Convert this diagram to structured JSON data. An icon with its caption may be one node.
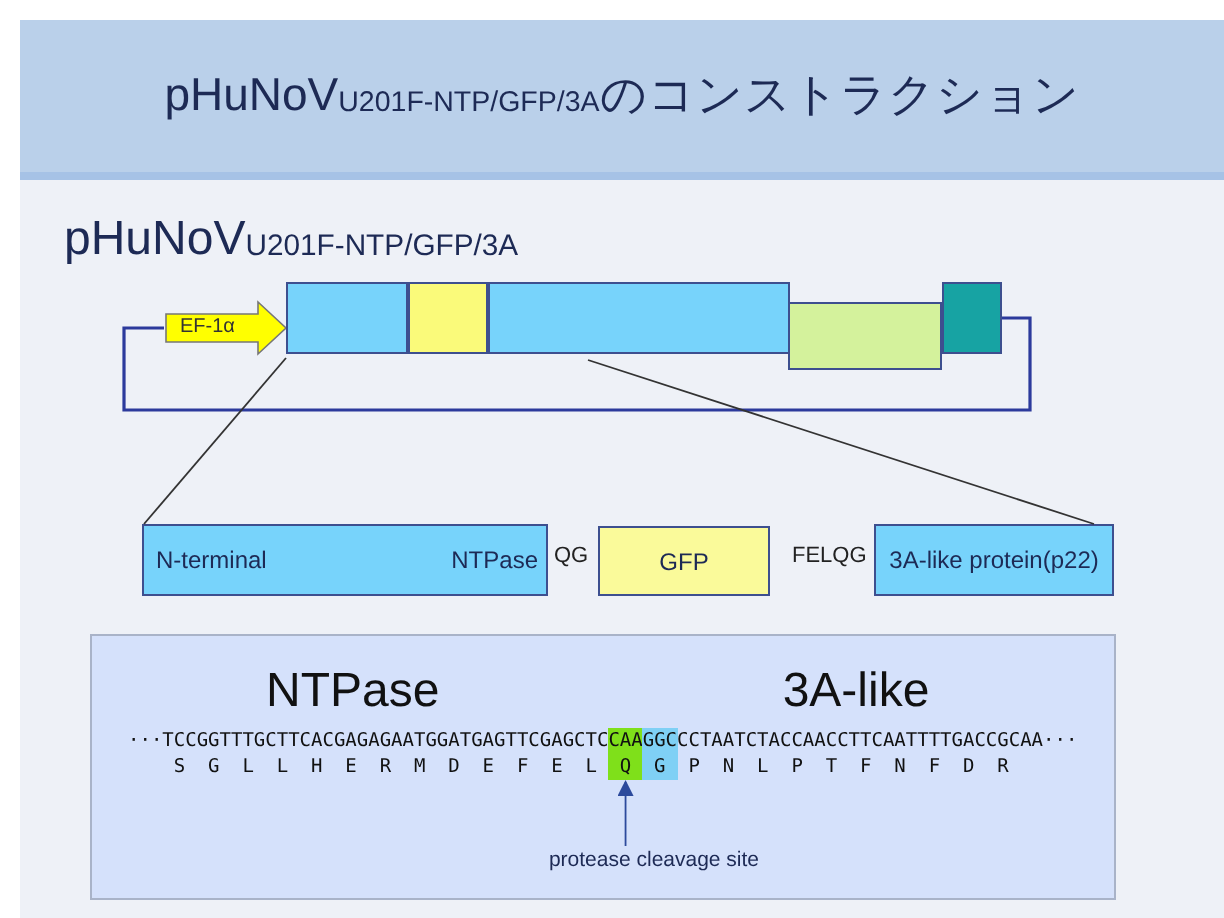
{
  "diagram": {
    "title": "pHuNoV$_{U201F-NTP/GFP/3A}$のコンストラクション",
    "nodes": [
      {
        "text": [
          "EF-1α"
        ]
      },
      {
        "text": [],
        "shape": "box"
      },
      {
        "text": [],
        "shape": "box"
      },
      {
        "text": [],
        "shape": "box"
      },
      {
        "text": [],
        "shape": "box"
      },
      {
        "text": [],
        "shape": "box"
      },
      {
        "text": [
          "N-terminal",
          "NTPase"
        ]
      },
      {
        "text": [
          "GFP"
        ]
      },
      {
        "text": [
          "3A-like protein(p22)"
        ]
      },
      {
        "text": [
          "NTPase",
          "3A-like"
        ]
      },
      {
        "text": [
          "CAA",
          "Q"
        ],
        "in": 9
      },
      {
        "text": [
          "GGC",
          "G"
        ],
        "in": 9
      },
      {
        "text": [
          "protease cleavage site"
        ],
        "in": 9
      }
    ],
    "edges": [
      {
        "from": 5,
        "to": 0,
        "arrow": "none",
        "color": "#2c3a9c"
      },
      {
        "from": 1,
        "to": 6,
        "arrow": "none"
      },
      {
        "from": 3,
        "to": 8,
        "arrow": "none"
      },
      {
        "from": 12,
        "to": 10,
        "arrow": "to",
        "color": "#2c4a9c"
      }
    ],
    "labels": [
      "pHuNoV$_{U201F-NTP/GFP/3A}$",
      "QG",
      "FELQG",
      "···TCCGGTTTGCTTCACGAGAGAATGGATGAGTTCGAGCTC",
      "CCTAATCTACCAACCTTCAATTTTGACCGCAA···",
      "S G L L H E R M D E F E L",
      "P N L P T F N F D R"
    ]
  }
}
